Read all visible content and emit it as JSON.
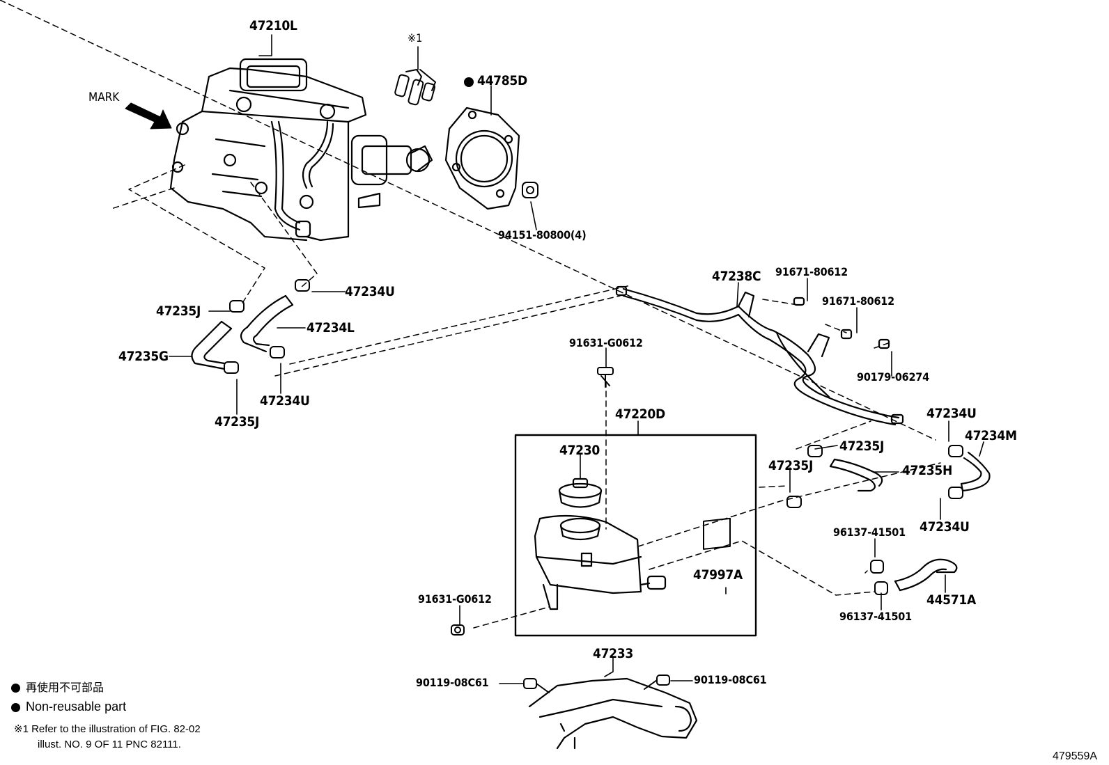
{
  "diagram": {
    "mark_label": "MARK",
    "ref_symbol": "※1",
    "figure_id": "479559A",
    "non_reusable_mark_part": "44785D"
  },
  "parts": [
    {
      "id": "p1",
      "label": "47210L"
    },
    {
      "id": "p2",
      "label": "44785D"
    },
    {
      "id": "p3",
      "label": "94151-80800(4)"
    },
    {
      "id": "p4",
      "label": "47235J"
    },
    {
      "id": "p5",
      "label": "47234U"
    },
    {
      "id": "p6",
      "label": "47234L"
    },
    {
      "id": "p7",
      "label": "47235G"
    },
    {
      "id": "p8",
      "label": "47234U"
    },
    {
      "id": "p9",
      "label": "47235J"
    },
    {
      "id": "p10",
      "label": "47238C"
    },
    {
      "id": "p11",
      "label": "91671-80612"
    },
    {
      "id": "p12",
      "label": "91671-80612"
    },
    {
      "id": "p13",
      "label": "90179-06274"
    },
    {
      "id": "p14",
      "label": "91631-G0612"
    },
    {
      "id": "p15",
      "label": "47220D"
    },
    {
      "id": "p16",
      "label": "47230"
    },
    {
      "id": "p17",
      "label": "47234U"
    },
    {
      "id": "p18",
      "label": "47234M"
    },
    {
      "id": "p19",
      "label": "47235J"
    },
    {
      "id": "p20",
      "label": "47235J"
    },
    {
      "id": "p21",
      "label": "47235H"
    },
    {
      "id": "p22",
      "label": "47234U"
    },
    {
      "id": "p23",
      "label": "96137-41501"
    },
    {
      "id": "p24",
      "label": "47997A"
    },
    {
      "id": "p25",
      "label": "44571A"
    },
    {
      "id": "p26",
      "label": "96137-41501"
    },
    {
      "id": "p27",
      "label": "91631-G0612"
    },
    {
      "id": "p28",
      "label": "47233"
    },
    {
      "id": "p29",
      "label": "90119-08C61"
    },
    {
      "id": "p30",
      "label": "90119-08C61"
    }
  ],
  "legend": {
    "japanese": "再使用不可部品",
    "english": "Non-reusable part",
    "note_line1": "※1 Refer to the illustration of FIG. 82-02",
    "note_line2": "illust. NO. 9 OF 11 PNC 82111."
  }
}
